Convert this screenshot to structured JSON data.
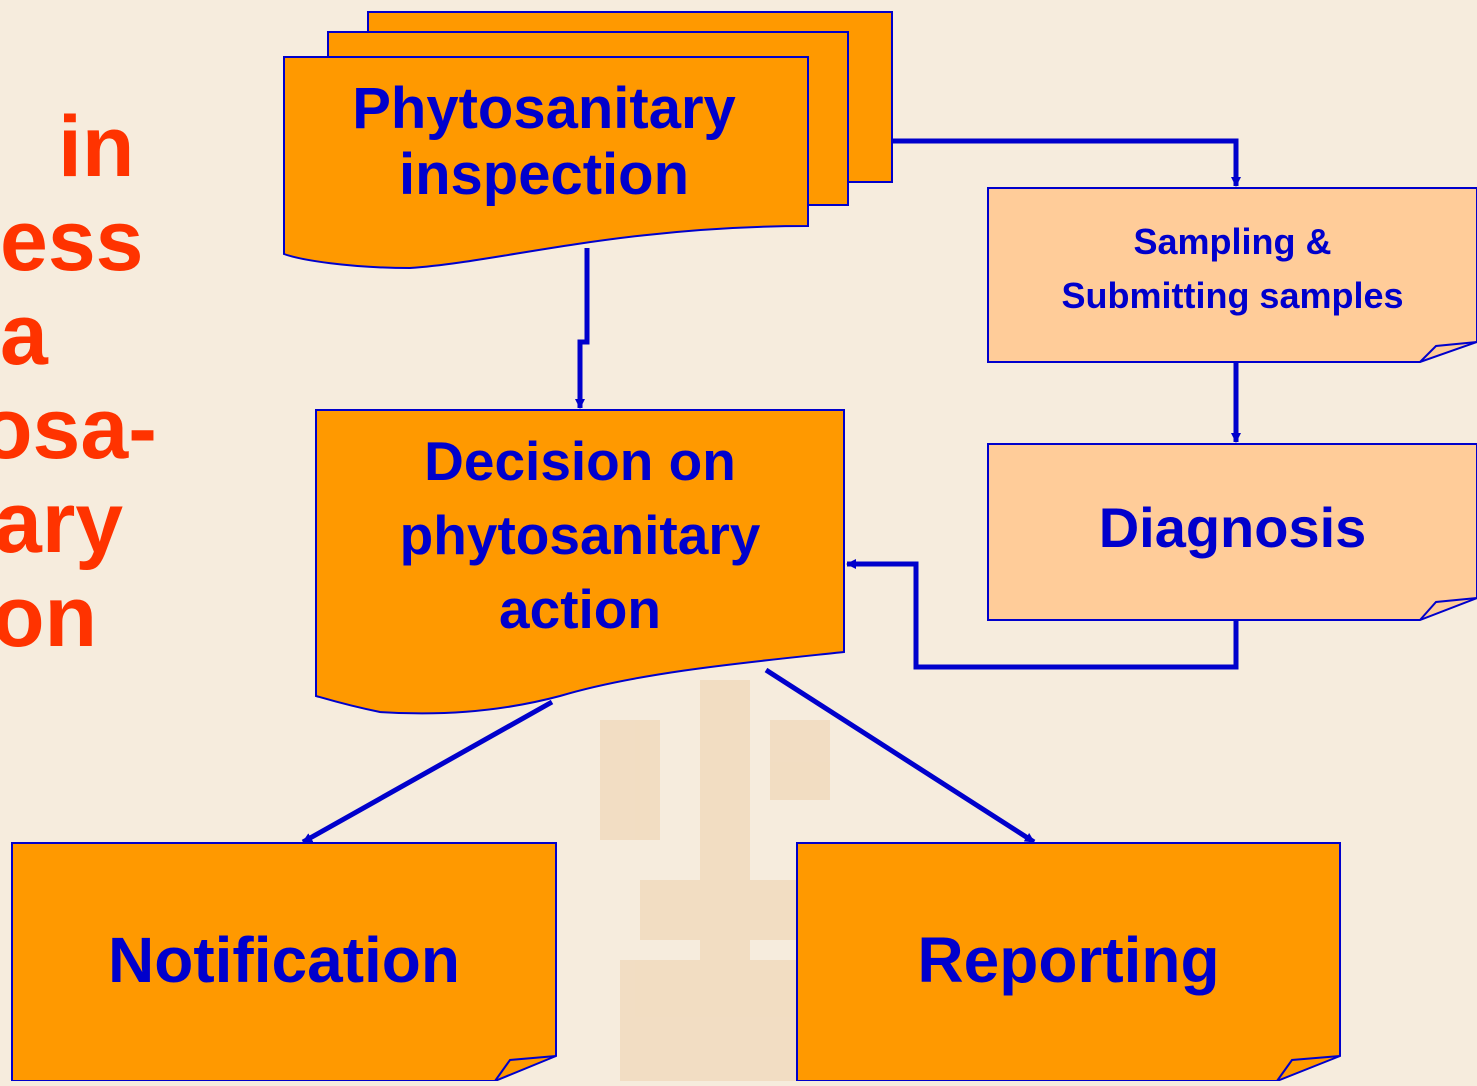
{
  "colors": {
    "background": "#f6ecdd",
    "box_orange": "#ff9900",
    "box_peach": "#ffcc99",
    "arrow_blue": "#0000cc",
    "text_blue": "#0000cc",
    "side_text_red": "#ff3300"
  },
  "side_text": [
    "in",
    "ess",
    "a",
    "osa-",
    "ary",
    "on"
  ],
  "nodes": {
    "inspection": {
      "lines": [
        "Phytosanitary",
        "inspection"
      ]
    },
    "sampling": {
      "lines": [
        "Sampling &",
        "Submitting samples"
      ]
    },
    "decision": {
      "lines": [
        "Decision on",
        "phytosanitary",
        "action"
      ]
    },
    "diagnosis": {
      "lines": [
        "Diagnosis"
      ]
    },
    "notification": {
      "lines": [
        "Notification"
      ]
    },
    "reporting": {
      "lines": [
        "Reporting"
      ]
    }
  }
}
